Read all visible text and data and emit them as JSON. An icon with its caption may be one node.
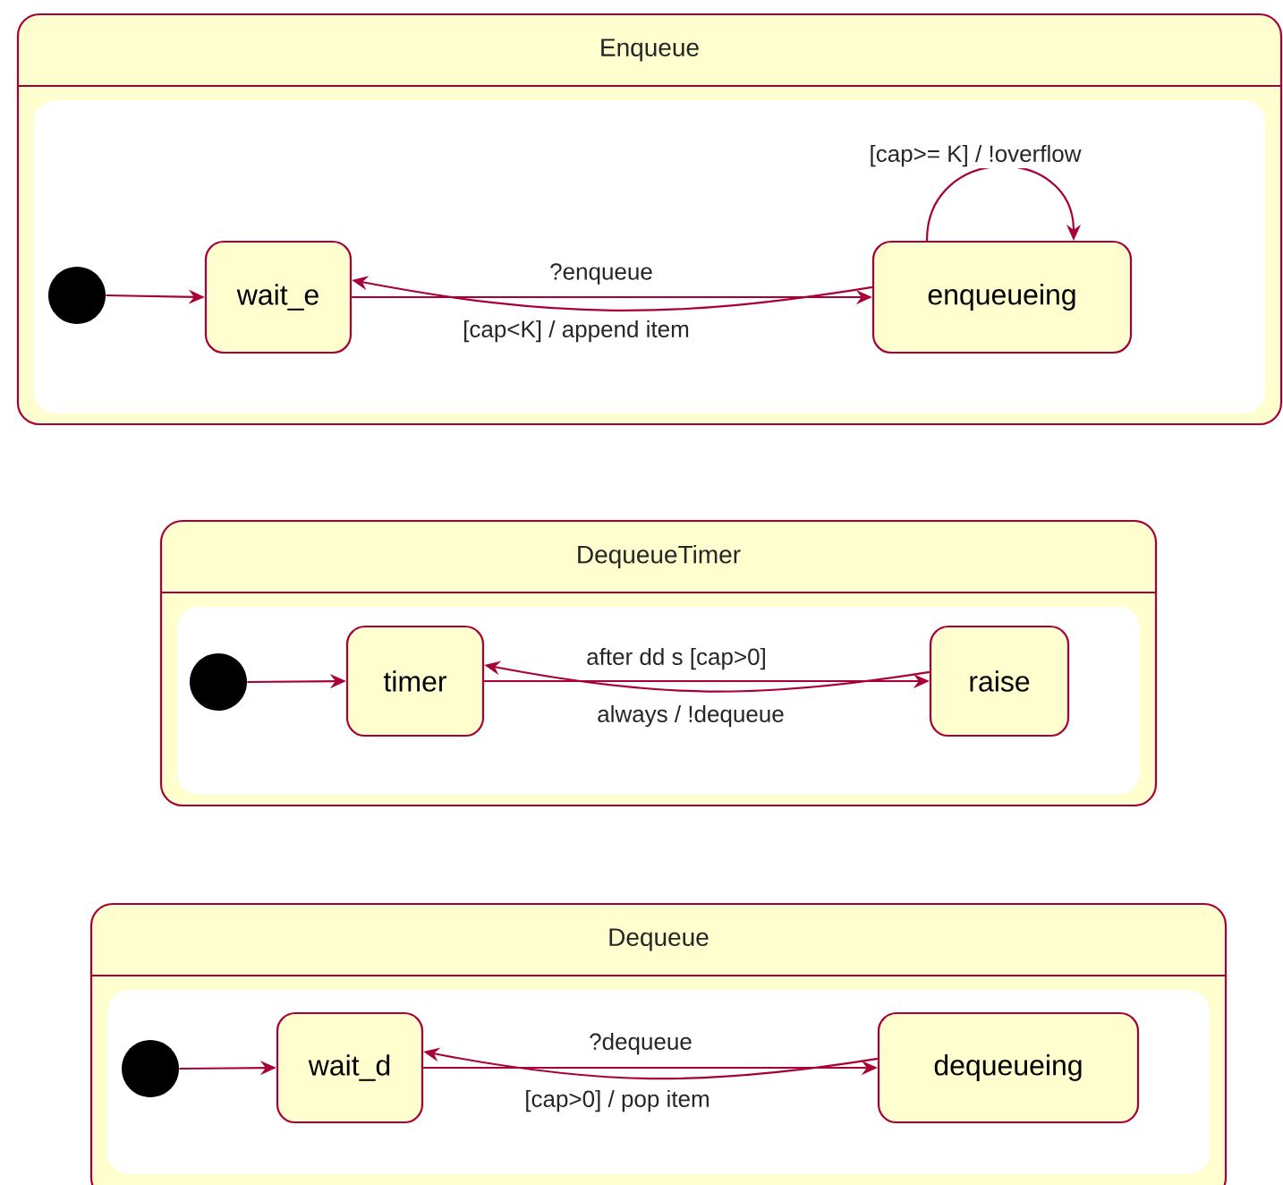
{
  "diagram": {
    "nodes": [
      {
        "text": [
          "Enqueue"
        ]
      },
      {
        "text": [],
        "shape": "circle",
        "in": 0
      },
      {
        "text": [
          "wait_e"
        ],
        "in": 0
      },
      {
        "text": [
          "enqueueing"
        ],
        "in": 0
      },
      {
        "text": [
          "DequeueTimer"
        ]
      },
      {
        "text": [],
        "shape": "circle",
        "in": 4
      },
      {
        "text": [
          "timer"
        ],
        "in": 4
      },
      {
        "text": [
          "raise"
        ],
        "in": 4
      },
      {
        "text": [
          "Dequeue"
        ]
      },
      {
        "text": [],
        "shape": "circle",
        "in": 8
      },
      {
        "text": [
          "wait_d"
        ],
        "in": 8
      },
      {
        "text": [
          "dequeueing"
        ],
        "in": 8
      }
    ],
    "edges": [
      {
        "from": 1,
        "to": 2,
        "arrow": "to"
      },
      {
        "from": 2,
        "to": 3,
        "arrow": "to",
        "label": "?enqueue"
      },
      {
        "from": 3,
        "to": 2,
        "arrow": "to",
        "label": "[cap<K] / append item"
      },
      {
        "from": 3,
        "to": 3,
        "arrow": "to",
        "label": "[cap>= K] / !overflow"
      },
      {
        "from": 5,
        "to": 6,
        "arrow": "to"
      },
      {
        "from": 6,
        "to": 7,
        "arrow": "to",
        "label": "after dd s [cap>0]"
      },
      {
        "from": 7,
        "to": 6,
        "arrow": "to",
        "label": "always / !dequeue"
      },
      {
        "from": 9,
        "to": 10,
        "arrow": "to"
      },
      {
        "from": 10,
        "to": 11,
        "arrow": "to",
        "label": "?dequeue"
      },
      {
        "from": 11,
        "to": 10,
        "arrow": "to",
        "label": "[cap>0] / pop item"
      }
    ]
  }
}
